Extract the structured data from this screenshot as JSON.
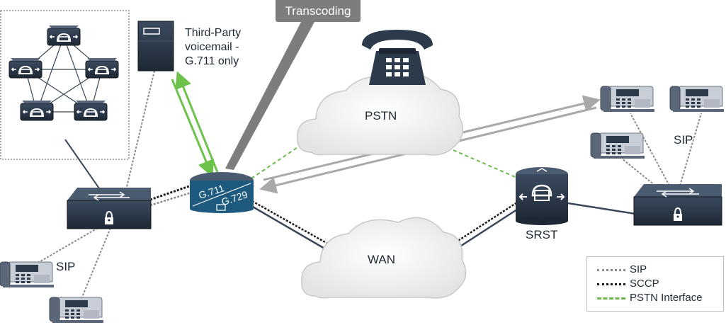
{
  "labels": {
    "transcoding": "Transcoding",
    "voicemail": [
      "Third-Party",
      "voicemail -",
      "G.711 only"
    ],
    "pstn": "PSTN",
    "wan": "WAN",
    "srst": "SRST",
    "sip_left": "SIP",
    "sip_right": "SIP",
    "codec_a": "G.711",
    "codec_b": "G.729"
  },
  "legend": {
    "items": [
      {
        "label": "SIP",
        "style": "dotted-gray"
      },
      {
        "label": "SCCP",
        "style": "dotted-black"
      },
      {
        "label": "PSTN Interface",
        "style": "dashed-green"
      }
    ]
  },
  "colors": {
    "device_dark": "#2c3a4b",
    "device_blue": "#1d5a7e",
    "link_dark": "#3a4758",
    "sip_gray": "#8a8a8a",
    "sccp_black": "#1a1a1a",
    "pstn_green": "#6cba4a",
    "arrow_green": "#6cc24a",
    "arrow_gray": "#a9a9a9",
    "cloud_fill": "#f2f2f2"
  },
  "icons": [
    "cluster-call-manager-icon",
    "voicemail-server-icon",
    "switch-icon",
    "router-transcoder-icon",
    "srst-router-icon",
    "desk-phone-icon",
    "pstn-phone-icon",
    "cloud-icon"
  ]
}
